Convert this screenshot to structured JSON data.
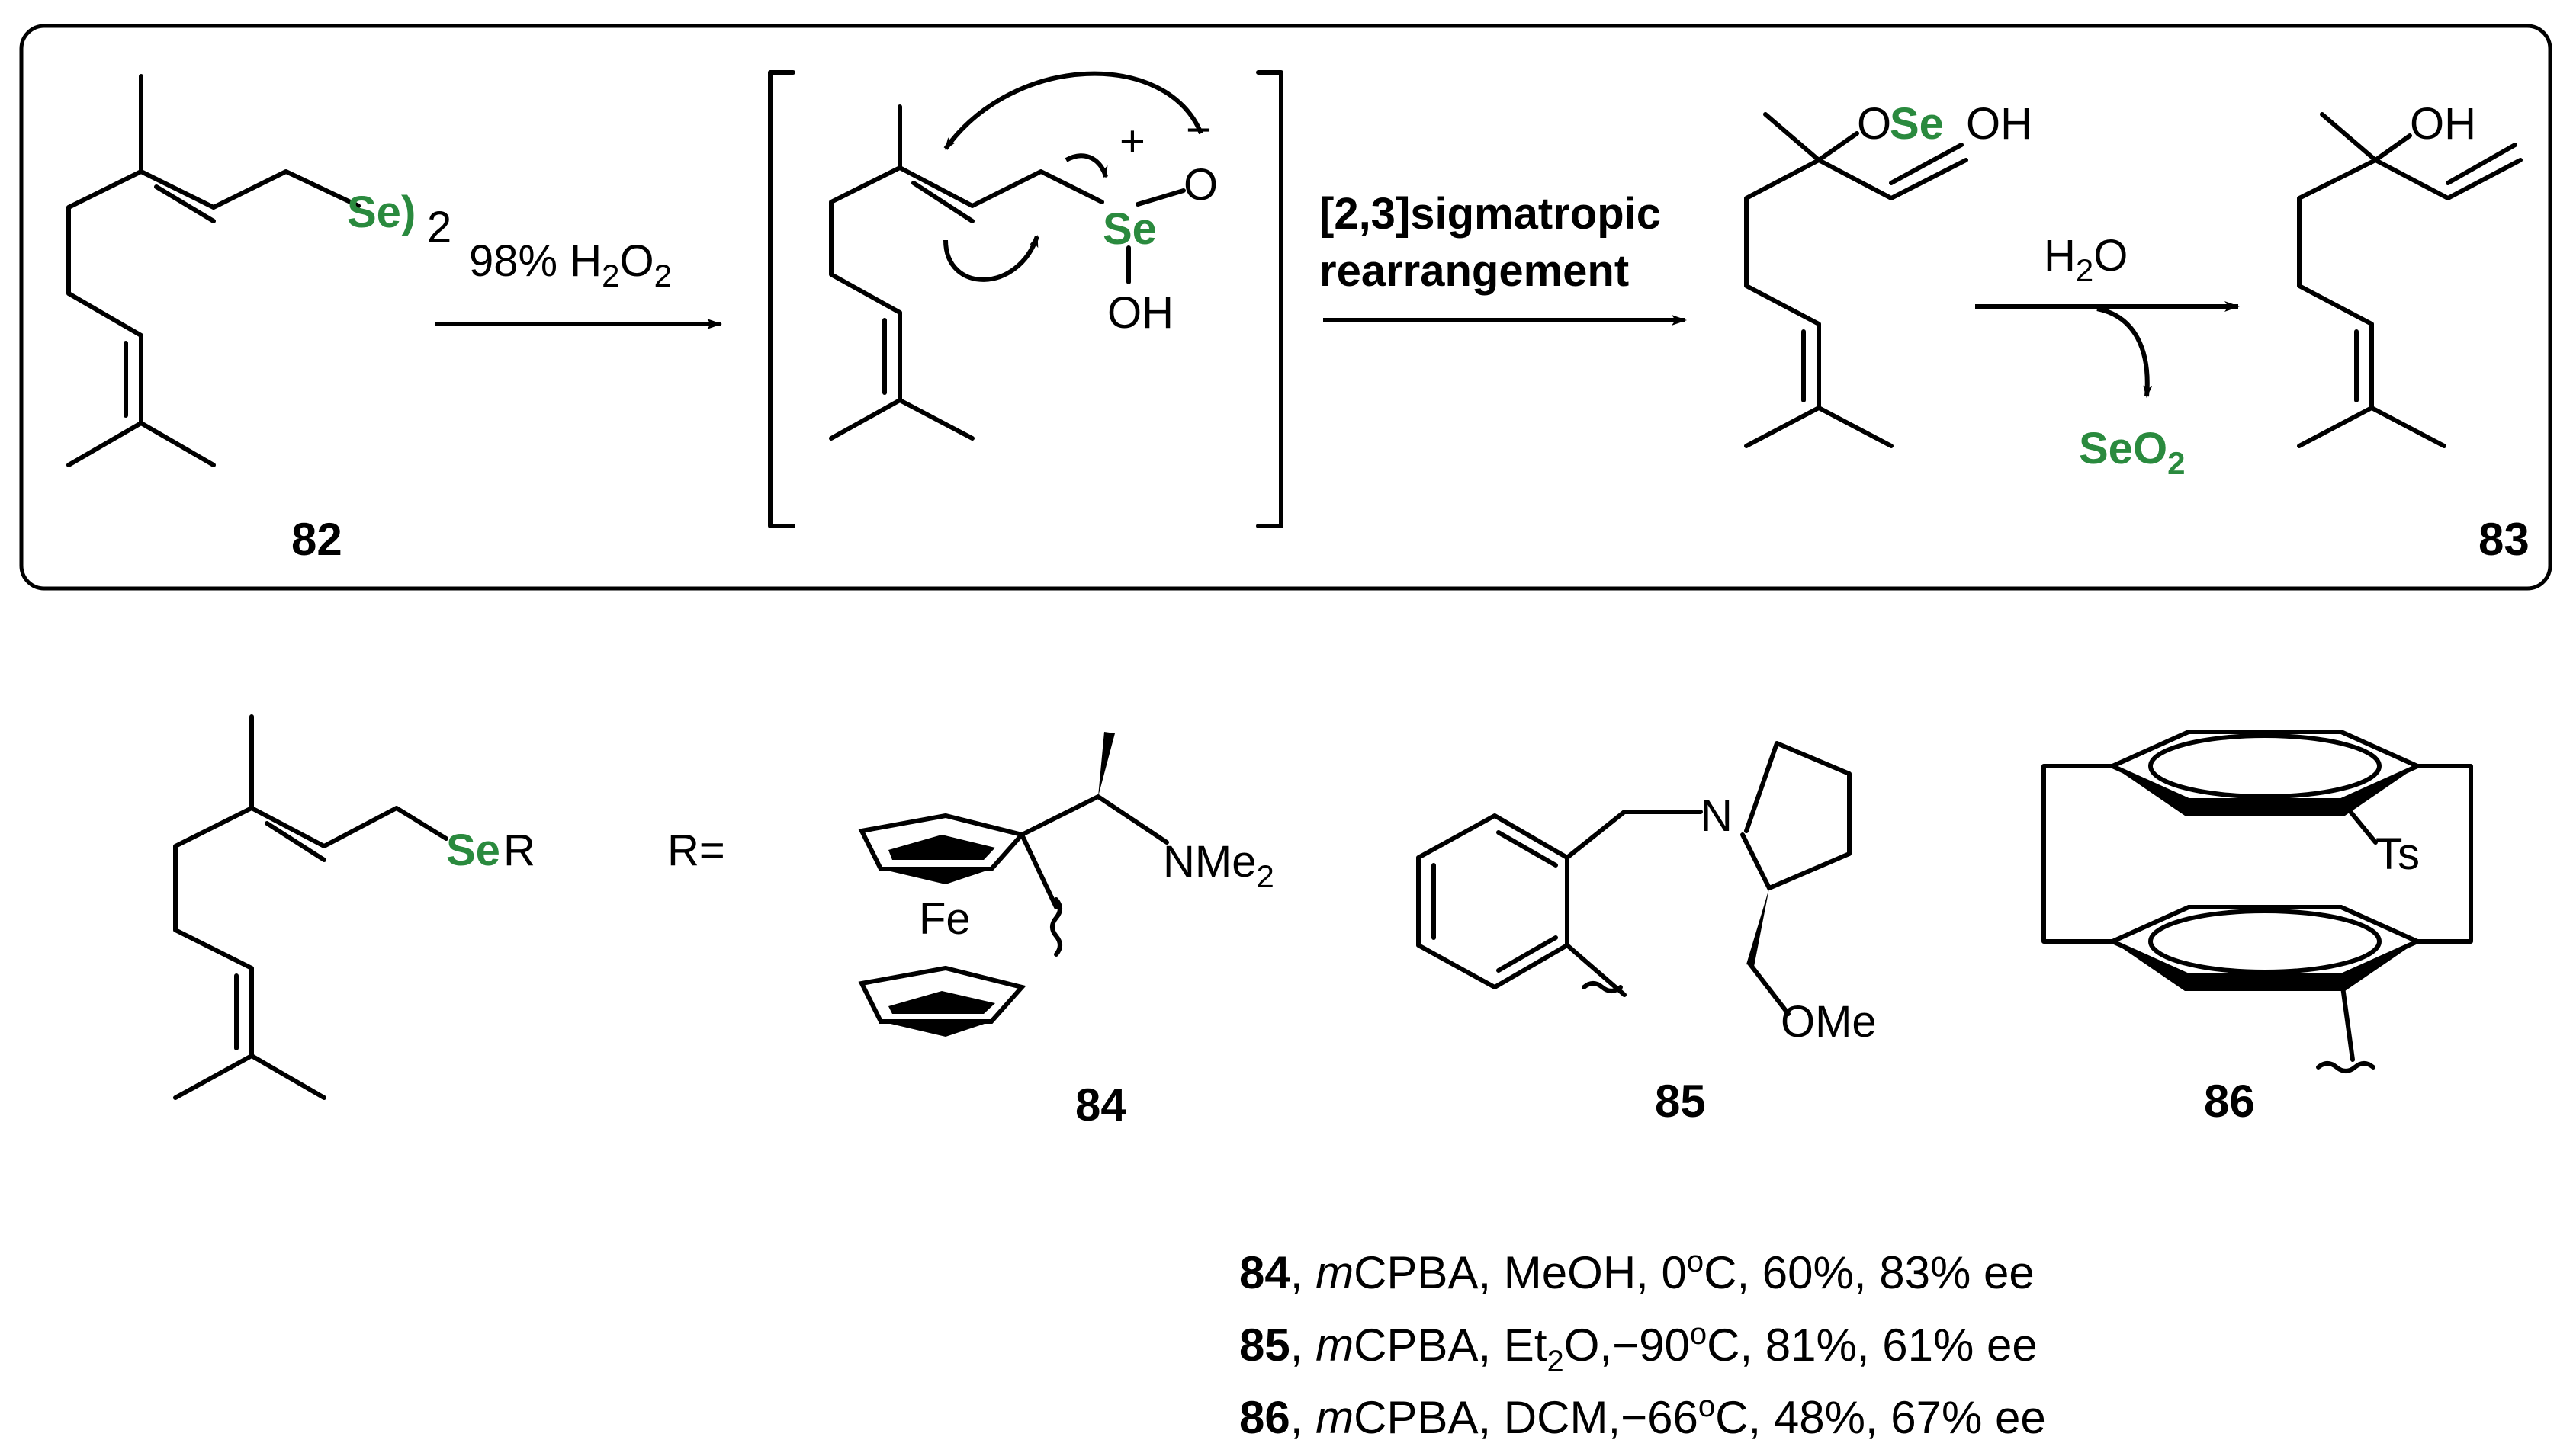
{
  "scheme": {
    "colors": {
      "selenium": "#2a8a3e",
      "ink": "#000000"
    },
    "compound_82": {
      "number": "82",
      "se_label": "Se)",
      "se_subscript": "2"
    },
    "step1": {
      "reagent_prefix": "98% H",
      "reagent_sub1": "2",
      "reagent_mid": "O",
      "reagent_sub2": "2"
    },
    "intermediate": {
      "se": "Se",
      "plus": "+",
      "o": "O",
      "minus": "−",
      "oh": "OH"
    },
    "step2": {
      "line1": "[2,3]sigmatropic",
      "line2": "rearrangement"
    },
    "selenenate": {
      "o_label": "O",
      "se_label": "Se",
      "oh_label": "OH"
    },
    "step3": {
      "reagent_h": "H",
      "reagent_sub": "2",
      "reagent_o": "O",
      "byproduct": "SeO",
      "byproduct_sub": "2"
    },
    "compound_83": {
      "number": "83",
      "oh": "OH"
    }
  },
  "bottom": {
    "substrate": {
      "se": "Se",
      "r": "R"
    },
    "r_equals": "R=",
    "compound_84": {
      "number": "84",
      "fe": "Fe",
      "nme": "NMe",
      "nme_sub": "2"
    },
    "compound_85": {
      "number": "85",
      "n": "N",
      "ome": "OMe"
    },
    "compound_86": {
      "number": "86",
      "ts": "Ts"
    }
  },
  "conditions": [
    {
      "num": "84",
      "pre": ", ",
      "ital": "m",
      "a": "CPBA, MeOH, 0",
      "sup": "o",
      "b": "C, 60%, 83% ee"
    },
    {
      "num": "85",
      "pre": ", ",
      "ital": "m",
      "a": "CPBA, Et",
      "sub": "2",
      "a2": "O,−90",
      "sup": "o",
      "b": "C, 81%, 61% ee"
    },
    {
      "num": "86",
      "pre": ", ",
      "ital": "m",
      "a": "CPBA, DCM,−66",
      "sup": "o",
      "b": "C, 48%, 67% ee"
    }
  ]
}
